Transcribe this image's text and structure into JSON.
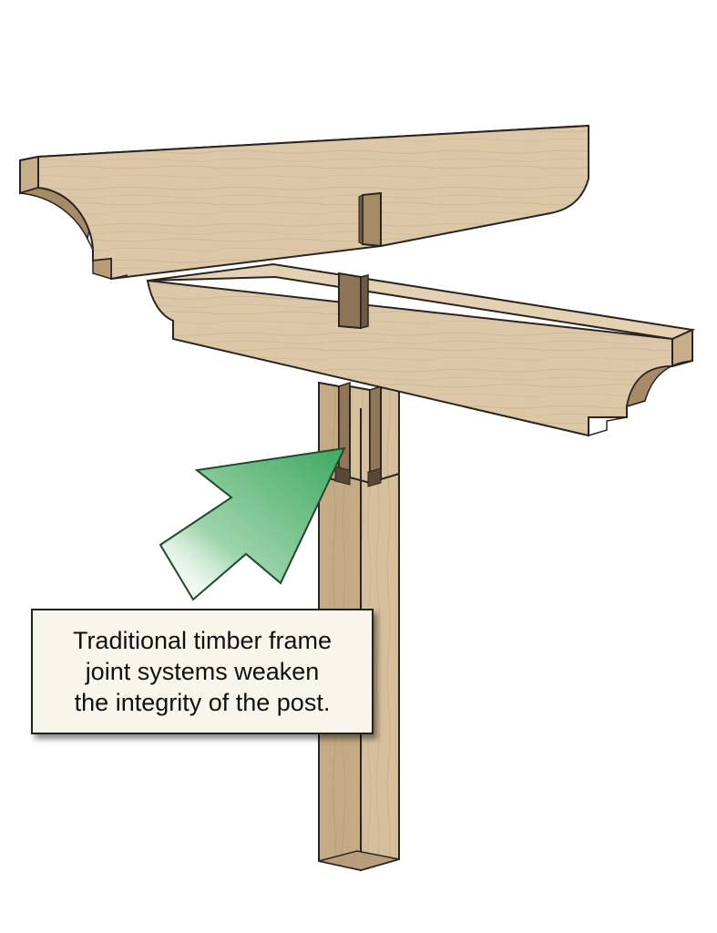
{
  "callout": {
    "lines": [
      "Traditional timber frame",
      "joint systems weaken",
      "the integrity of the post."
    ]
  },
  "colors": {
    "wood_face": "#d9c3a3",
    "wood_top": "#e6d3b6",
    "wood_side": "#bfa684",
    "wood_shadow": "#a88f6e",
    "outline": "#2a2420",
    "arrow_green": "#4ab06a",
    "callout_bg": "#f7f6ec"
  },
  "icons": {
    "arrow": "green-pointer-arrow-icon"
  }
}
